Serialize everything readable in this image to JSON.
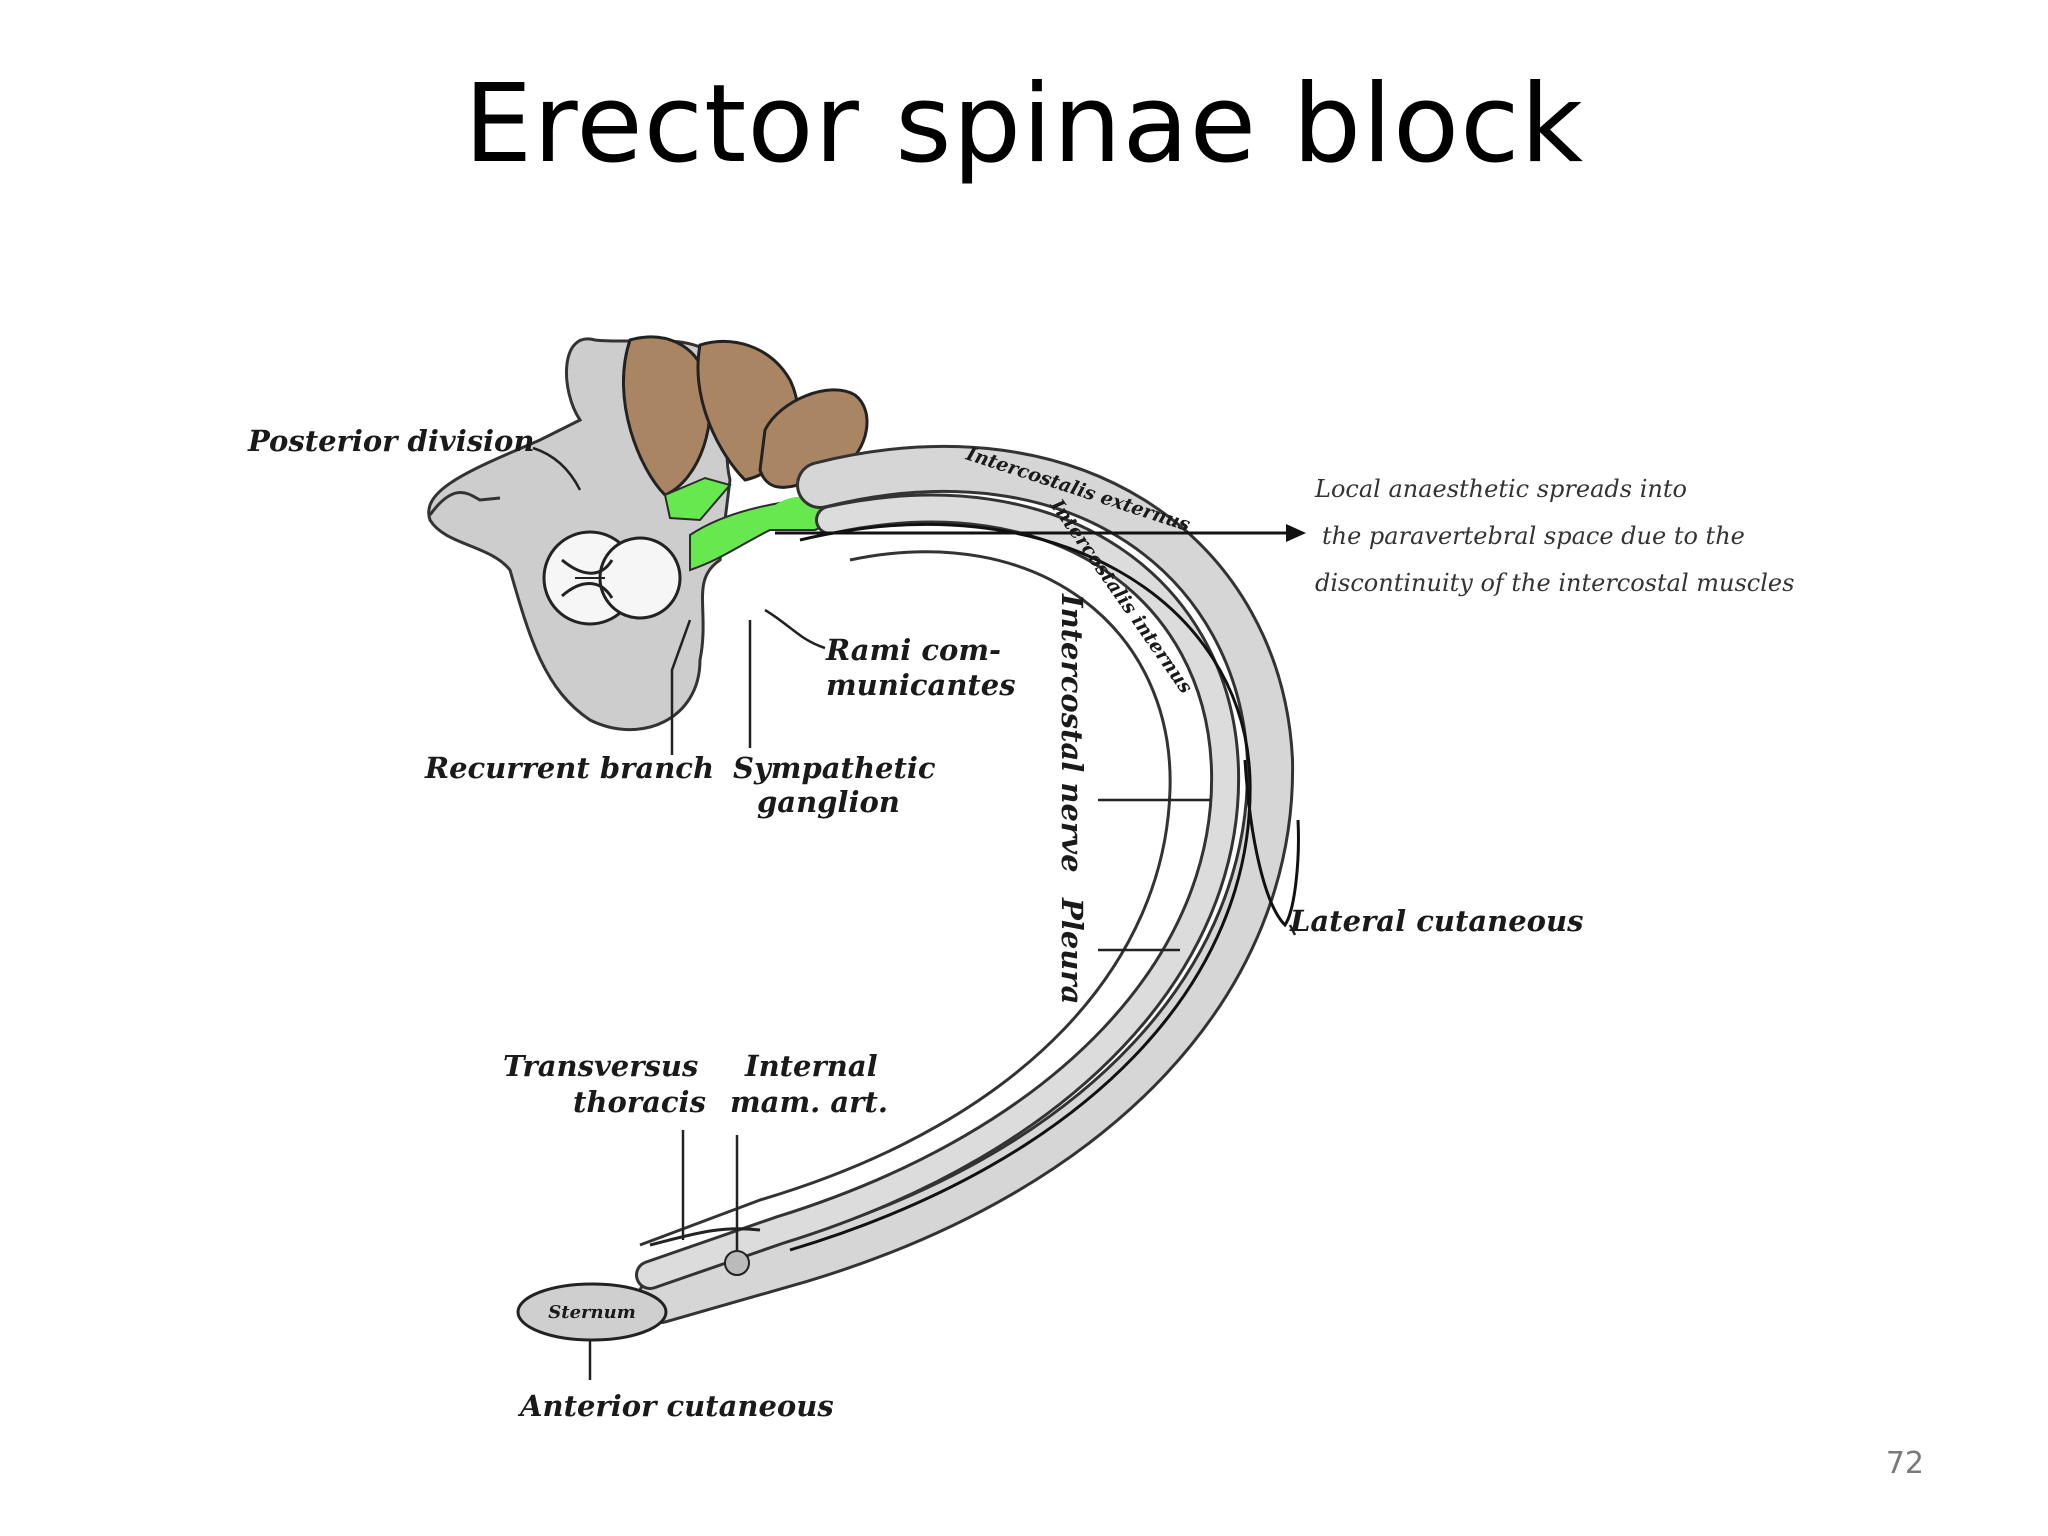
{
  "slide": {
    "title": "Erector spinae block",
    "number": "72"
  },
  "labels": {
    "posterior_division": "Posterior division",
    "rami_line1": "Rami com-",
    "rami_line2": "municantes",
    "recurrent_branch": "Recurrent branch",
    "sympathetic_line1": "Sympathetic",
    "sympathetic_line2": "ganglion",
    "intercostal_nerve": "Intercostal nerve",
    "pleura": "Pleura",
    "intercostalis_externus": "Intercostalis externus",
    "intercostalis_internus": "Intercostalis internus",
    "lateral_cutaneous": "Lateral cutaneous",
    "transversus_line1": "Transversus",
    "transversus_line2": "thoracis",
    "internal_line1": "Internal",
    "internal_line2": "mam. art.",
    "sternum": "Sternum",
    "anterior_cutaneous": "Anterior cutaneous"
  },
  "annotation": {
    "line1": "Local anaesthetic spreads into",
    "line2": "the paravertebral space due to the",
    "line3": "discontinuity of the intercostal muscles"
  },
  "colors": {
    "muscle": "#a98563",
    "anaesthetic": "#66e84e",
    "bone": "#cfcfcf",
    "band": "#d6d6d6"
  }
}
